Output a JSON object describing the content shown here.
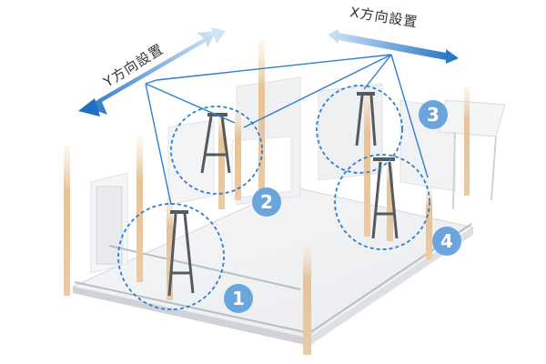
{
  "labels": {
    "y_direction": "Y方向設置",
    "x_direction": "X方向設置"
  },
  "markers": [
    {
      "id": "1",
      "text": "1"
    },
    {
      "id": "2",
      "text": "2"
    },
    {
      "id": "3",
      "text": "3"
    },
    {
      "id": "4",
      "text": "4"
    }
  ],
  "colors": {
    "accent_blue": "#5a9fd6",
    "marker_fill": "#6aa6dd",
    "line_blue": "#2f7fd0",
    "arrow_dark": "#1e6fc2",
    "arrow_light": "#cfe4f7",
    "post_wood": "#e7c7a0",
    "floor": "#f4f5f6",
    "wall": "#eceef0"
  }
}
